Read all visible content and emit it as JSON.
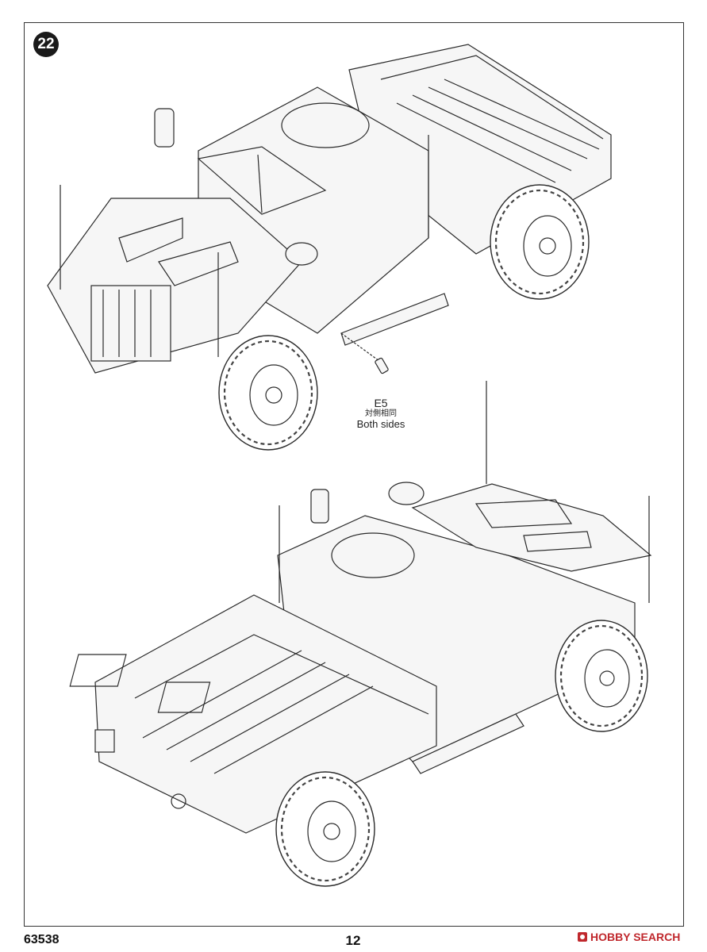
{
  "step": {
    "number": "22"
  },
  "callout": {
    "part_id": "E5",
    "note_cn": "対側相同",
    "note_en": "Both sides"
  },
  "footer": {
    "product_code": "63538",
    "page_number": "12",
    "watermark": "HOBBY SEARCH"
  }
}
